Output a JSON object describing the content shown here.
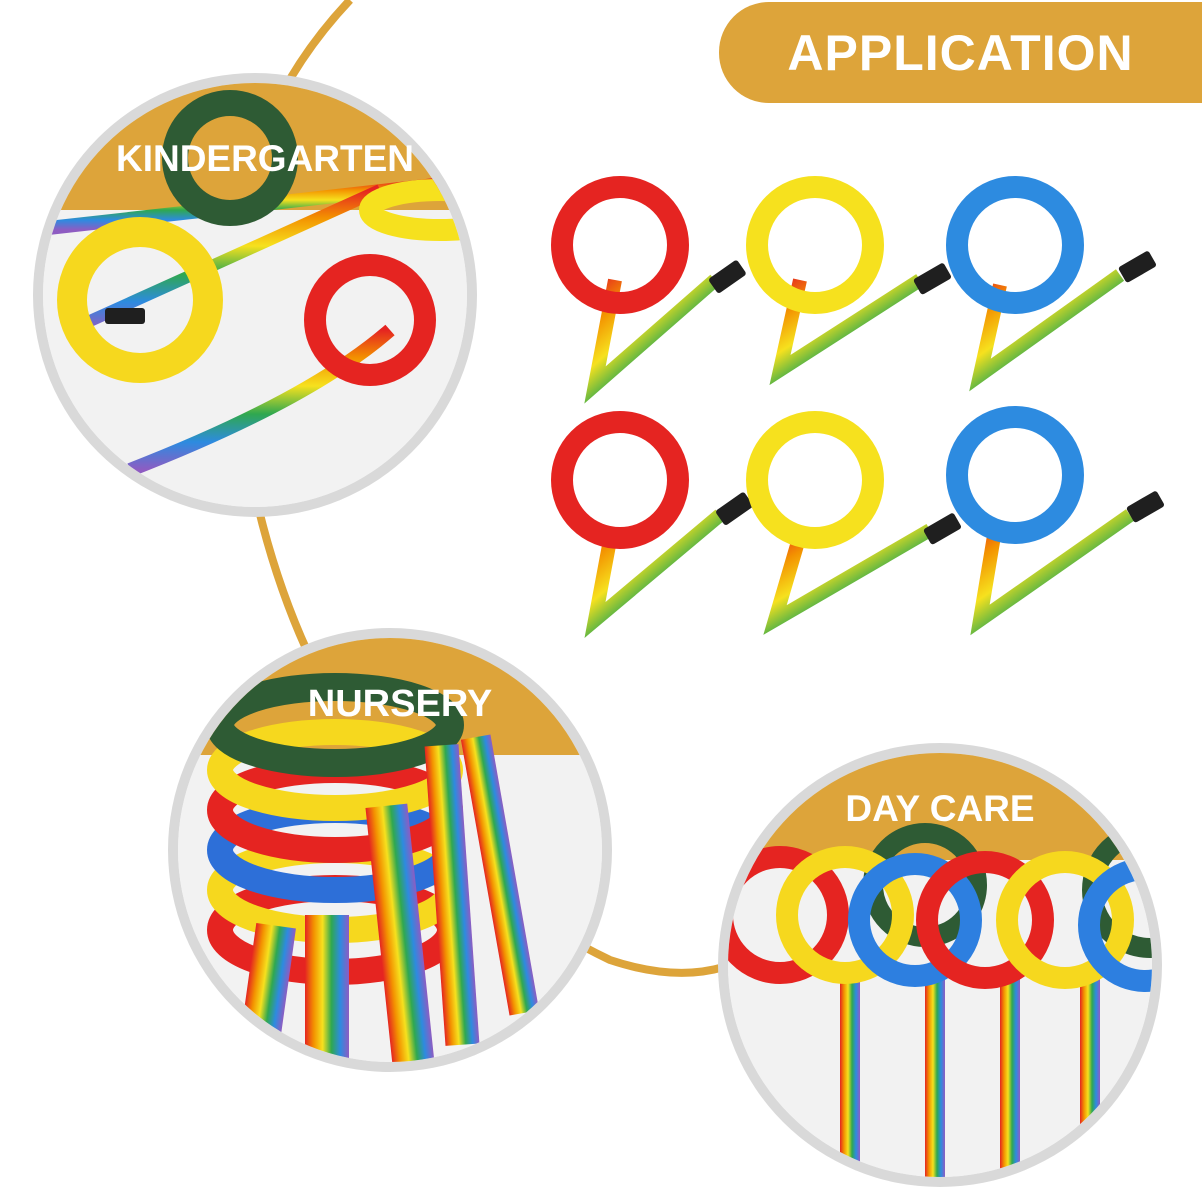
{
  "header": {
    "title": "APPLICATION"
  },
  "scenes": [
    {
      "label": "KINDERGARTEN"
    },
    {
      "label": "NURSERY"
    },
    {
      "label": "DAY CARE"
    }
  ],
  "colors": {
    "accent_gold": "#DDA43A",
    "ring_red": "#E52421",
    "ring_yellow": "#F6E11E",
    "ring_blue": "#2D8BE0",
    "ring_green": "#2E5B34",
    "frame_gray": "#D9D9D9"
  }
}
